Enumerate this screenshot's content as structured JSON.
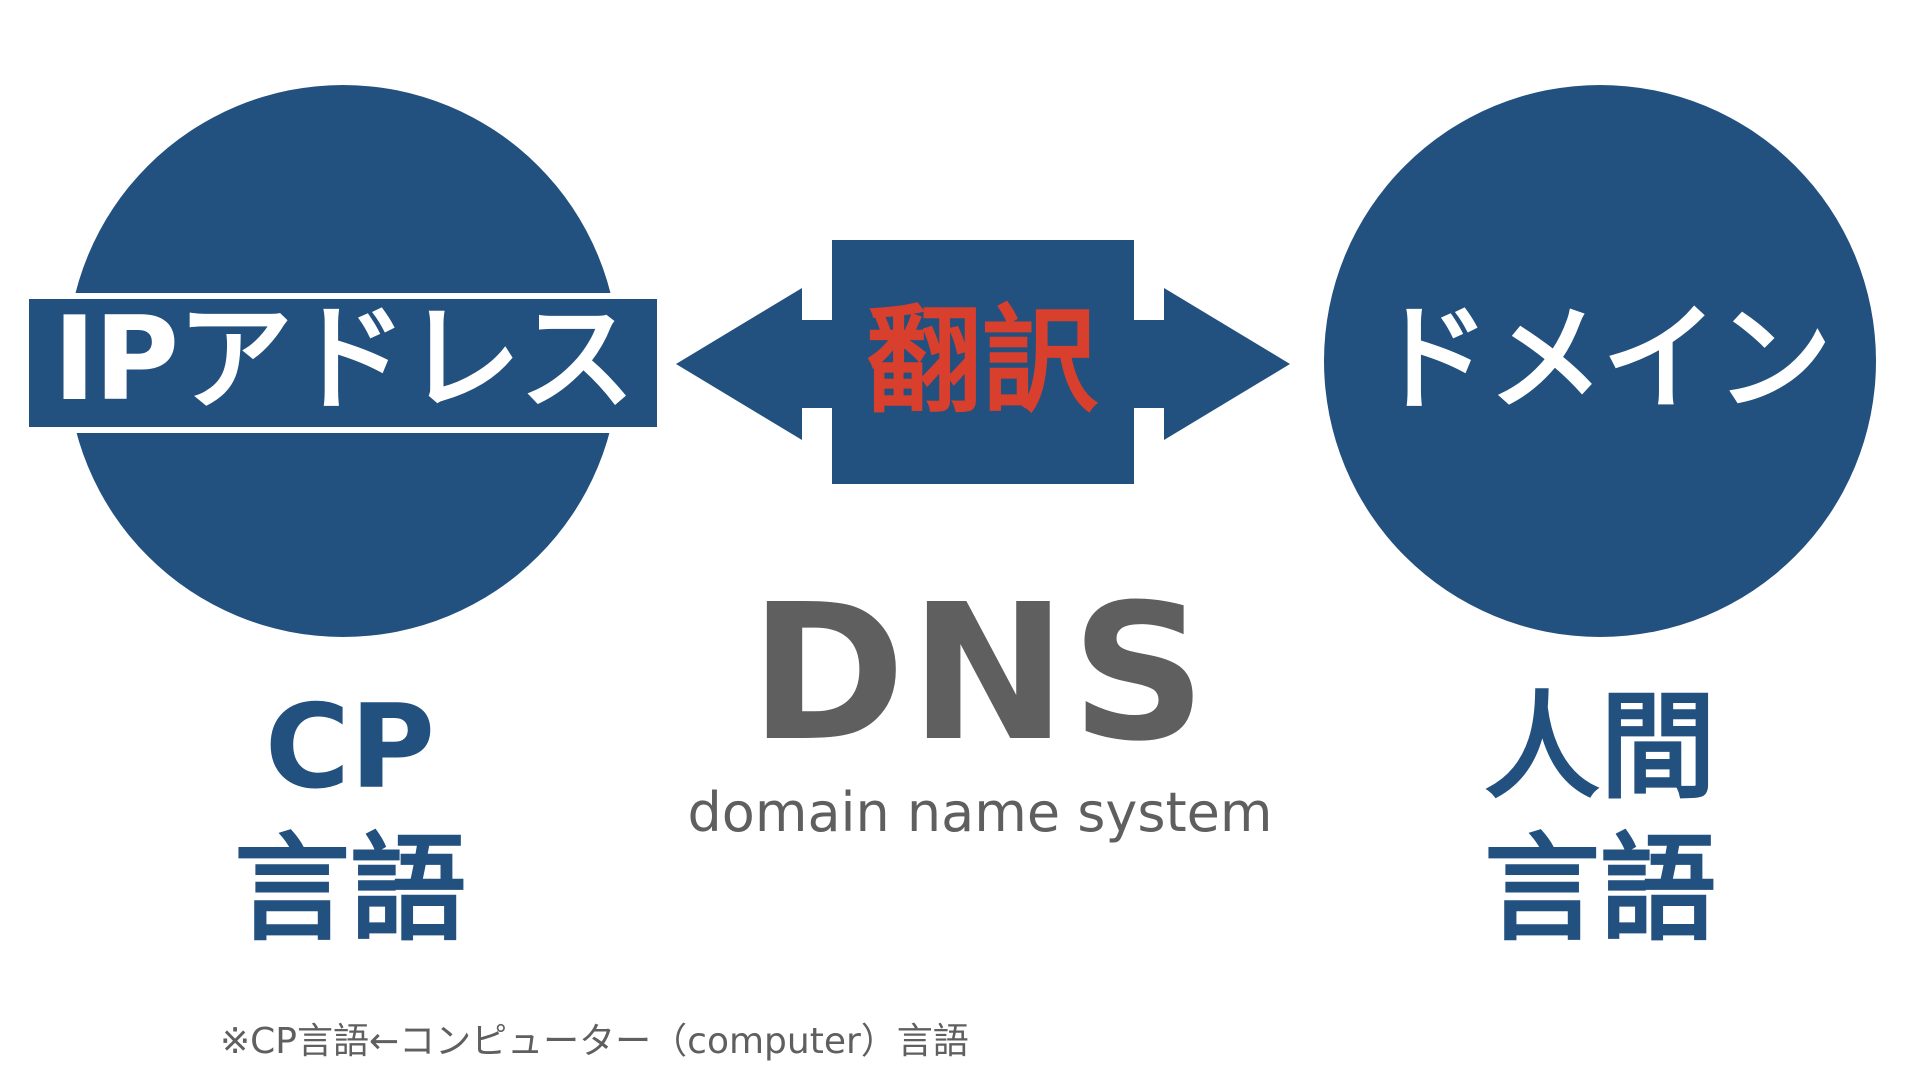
{
  "nodes": {
    "ip_address": "IPアドレス",
    "domain": "ドメイン"
  },
  "translation": {
    "label": "翻訳"
  },
  "dns": {
    "title": "DNS",
    "subtitle": "domain name system"
  },
  "captions": {
    "left_line1": "CP",
    "left_line2": "言語",
    "right_line1": "人間",
    "right_line2": "言語"
  },
  "footnote": "※CP言語←コンピューター（computer）言語",
  "colors": {
    "primary_blue": "#22507f",
    "accent_red": "#d93f2d",
    "text_gray": "#5f5f5f",
    "background": "#ffffff"
  }
}
